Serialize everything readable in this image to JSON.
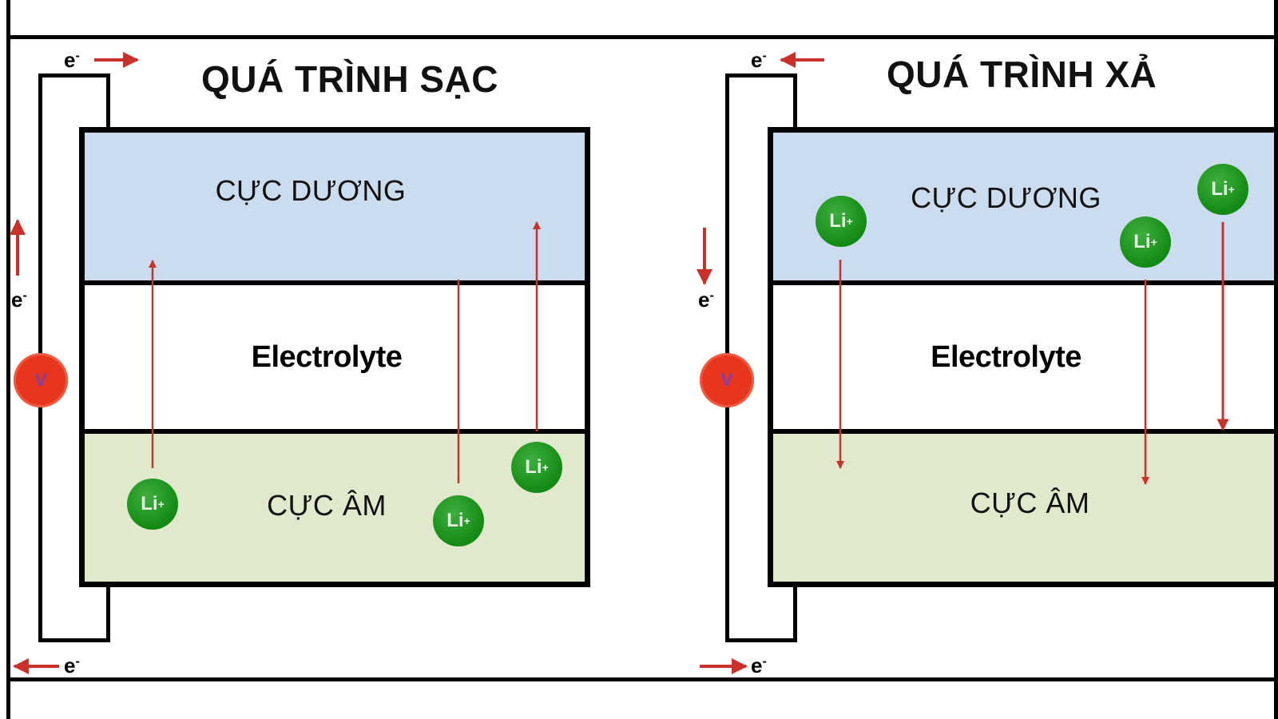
{
  "charging": {
    "title": "QUÁ TRÌNH SẠC",
    "positive_label": "CỰC DƯƠNG",
    "electrolyte_label": "Electrolyte",
    "negative_label": "CỰC ÂM",
    "voltmeter_label": "V",
    "electron_label": "e",
    "ion_label": "Li",
    "ion_charge": "+"
  },
  "discharging": {
    "title": "QUÁ TRÌNH XẢ",
    "positive_label": "CỰC DƯƠNG",
    "electrolyte_label": "Electrolyte",
    "negative_label": "CỰC ÂM",
    "voltmeter_label": "V",
    "electron_label": "e",
    "ion_label": "Li",
    "ion_charge": "+"
  },
  "colors": {
    "positive_fill": "#ccdcef",
    "electrolyte_fill": "#ffffff",
    "negative_fill": "#e1e9cd",
    "arrow": "#c8322a",
    "ion": "#1a8f1a",
    "voltmeter": "#e8351d"
  }
}
